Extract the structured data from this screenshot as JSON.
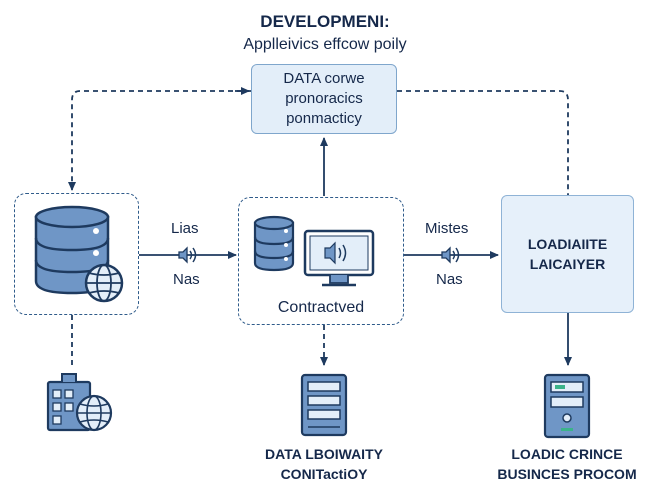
{
  "header": {
    "title": "DEVELOPMENI:",
    "subtitle": "Applleivics effcow poily"
  },
  "top_box": {
    "line1": "DATA corwe",
    "line2": "pronoracics",
    "line3": "ponmacticy"
  },
  "center_group": {
    "label": "Contractved"
  },
  "left_link": {
    "top_label": "Lias",
    "bottom_label": "Nas"
  },
  "right_link": {
    "top_label": "Mistes",
    "bottom_label": "Nas"
  },
  "right_box": {
    "line1": "LOADIAIITE",
    "line2": "LAICAIYER"
  },
  "bottom_center": {
    "line1": "DATA LBOIWAITY",
    "line2": "CONITactiOY"
  },
  "bottom_right": {
    "line1": "LOADIC CRINCE",
    "line2": "BUSINCES PROCOM"
  },
  "colors": {
    "stroke": "#1e3a5f",
    "fill_light": "#e3eef9",
    "db_fill": "#6f96c6",
    "accent_green": "#3bb38a"
  }
}
